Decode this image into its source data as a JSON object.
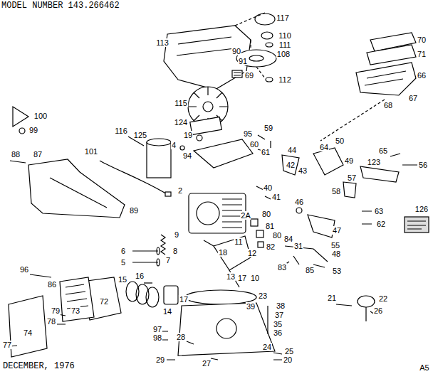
{
  "diagram": {
    "title": "MODEL NUMBER 143.266462",
    "caption": "DECEMBER, 1976",
    "labels": [
      "117",
      "110",
      "111",
      "108",
      "113",
      "90",
      "91",
      "69",
      "70",
      "71",
      "66",
      "112",
      "67",
      "68",
      "115",
      "100",
      "124",
      "99",
      "116",
      "125",
      "19",
      "95",
      "59",
      "4",
      "60",
      "64",
      "50",
      "61",
      "44",
      "101",
      "88",
      "87",
      "94",
      "65",
      "42",
      "49",
      "123",
      "43",
      "56",
      "57",
      "40",
      "2",
      "58",
      "41",
      "46",
      "89",
      "63",
      "126",
      "2A",
      "80",
      "62",
      "81",
      "47",
      "9",
      "80",
      "84",
      "11",
      "82",
      "31",
      "55",
      "6",
      "8",
      "18",
      "12",
      "48",
      "7",
      "5",
      "83",
      "85",
      "96",
      "53",
      "16",
      "13",
      "17",
      "10",
      "15",
      "86",
      "23",
      "21",
      "22",
      "17",
      "72",
      "39",
      "38",
      "73",
      "79",
      "26",
      "14",
      "37",
      "78",
      "35",
      "97",
      "36",
      "74",
      "98",
      "28",
      "77",
      "24",
      "25",
      "20",
      "29",
      "27",
      "A5"
    ]
  }
}
